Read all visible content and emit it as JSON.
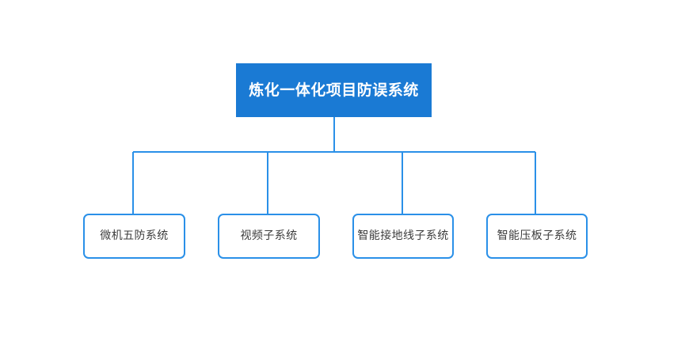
{
  "diagram": {
    "type": "org-chart",
    "orientation": "top-down",
    "background_color": "#ffffff",
    "connector_color": "#2a90e8",
    "root": {
      "id": "root",
      "label": "炼化一体化项目防误系统",
      "fill_color": "#1a7ad4",
      "text_color": "#ffffff",
      "shape": "rectangle"
    },
    "children": [
      {
        "id": "child-0",
        "label": "微机五防系统",
        "fill_color": "#ffffff",
        "border_color": "#2a90e8",
        "text_color": "#3c3c3c",
        "shape": "rounded-rectangle"
      },
      {
        "id": "child-1",
        "label": "视频子系统",
        "fill_color": "#ffffff",
        "border_color": "#2a90e8",
        "text_color": "#3c3c3c",
        "shape": "rounded-rectangle"
      },
      {
        "id": "child-2",
        "label": "智能接地线子系统",
        "fill_color": "#ffffff",
        "border_color": "#2a90e8",
        "text_color": "#3c3c3c",
        "shape": "rounded-rectangle"
      },
      {
        "id": "child-3",
        "label": "智能压板子系统",
        "fill_color": "#ffffff",
        "border_color": "#2a90e8",
        "text_color": "#3c3c3c",
        "shape": "rounded-rectangle"
      }
    ],
    "edges": [
      {
        "from": "root",
        "to": "child-0"
      },
      {
        "from": "root",
        "to": "child-1"
      },
      {
        "from": "root",
        "to": "child-2"
      },
      {
        "from": "root",
        "to": "child-3"
      }
    ]
  }
}
